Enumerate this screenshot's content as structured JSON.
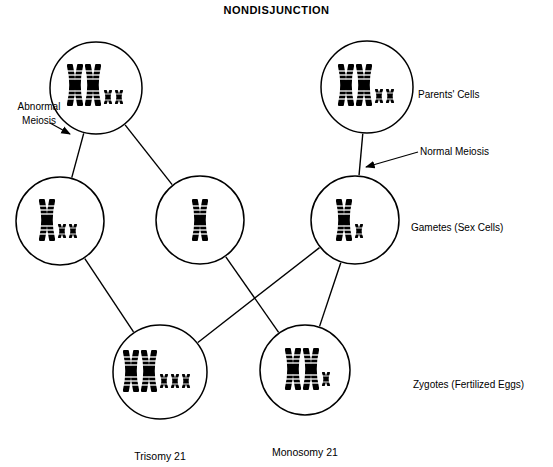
{
  "diagram": {
    "title": "NONDISJUNCTION",
    "nodes": [
      {
        "text": []
      },
      {
        "text": []
      },
      {
        "text": []
      },
      {
        "text": []
      },
      {
        "text": []
      },
      {
        "text": [
          "Trisomy 21"
        ]
      },
      {
        "text": [
          "Monosomy 21"
        ]
      }
    ],
    "edges": [
      {
        "from": 0,
        "to": 2,
        "arrow": "none"
      },
      {
        "from": 0,
        "to": 3,
        "arrow": "none"
      },
      {
        "from": 1,
        "to": 4,
        "arrow": "none"
      },
      {
        "from": 2,
        "to": 5,
        "arrow": "none"
      },
      {
        "from": 4,
        "to": 5,
        "arrow": "none"
      },
      {
        "from": 3,
        "to": 6,
        "arrow": "none"
      },
      {
        "from": 4,
        "to": 6,
        "arrow": "none"
      }
    ],
    "labels": [
      "Abnormal Meiosis",
      "Normal Meiosis",
      "Parents' Cells",
      "Gametes (Sex Cells)",
      "Zygotes (Fertilized Eggs)"
    ]
  }
}
